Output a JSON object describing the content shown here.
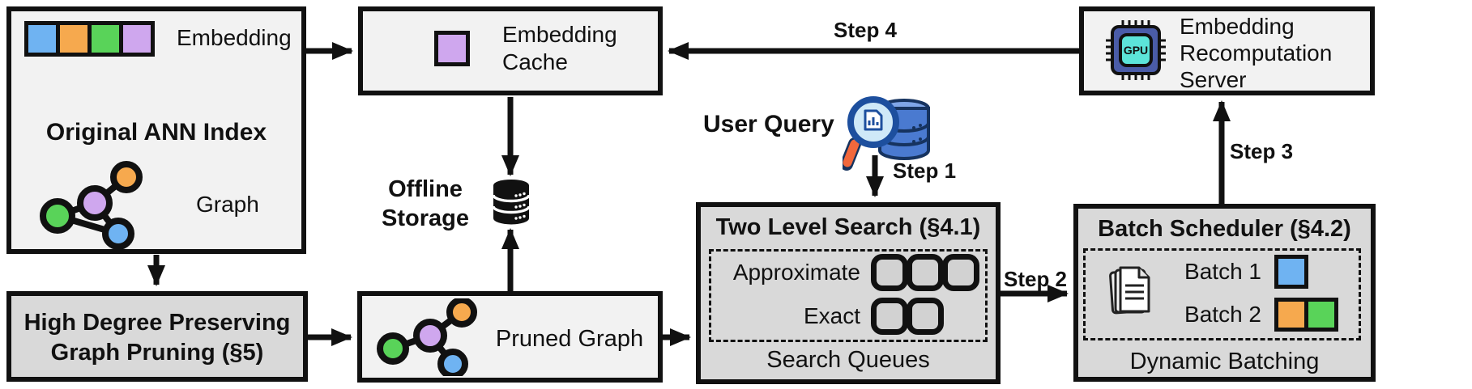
{
  "figure": {
    "original_ann_index": {
      "embedding_label": "Embedding",
      "title": "Original ANN Index",
      "graph_label": "Graph",
      "embedding_colors": [
        "#6fb3f2",
        "#f6a94e",
        "#59d359",
        "#cfa7ee"
      ]
    },
    "embedding_cache": {
      "label": "Embedding Cache",
      "icon_colors": [
        "#cfa7ee"
      ]
    },
    "offline_storage": {
      "label": "Offline Storage"
    },
    "high_degree_pruning": {
      "label": "High Degree Preserving Graph Pruning (§5)"
    },
    "pruned_graph": {
      "label": "Pruned Graph"
    },
    "user_query": {
      "label": "User Query"
    },
    "two_level_search": {
      "title": "Two Level Search (§4.1)",
      "rows": [
        {
          "label": "Approximate",
          "queues": 3
        },
        {
          "label": "Exact",
          "queues": 2
        }
      ],
      "caption": "Search Queues"
    },
    "batch_scheduler": {
      "title": "Batch Scheduler (§4.2)",
      "batches": [
        {
          "label": "Batch 1",
          "colors": [
            "#6fb3f2"
          ]
        },
        {
          "label": "Batch 2",
          "colors": [
            "#f6a94e",
            "#59d359"
          ]
        }
      ],
      "caption": "Dynamic Batching"
    },
    "recomputation_server": {
      "label": "Embedding Recomputation Server",
      "gpu_text": "GPU"
    },
    "steps": {
      "s1": "Step 1",
      "s2": "Step 2",
      "s3": "Step 3",
      "s4": "Step 4"
    },
    "node_colors": {
      "blue": "#6fb3f2",
      "orange": "#f6a94e",
      "green": "#59d359",
      "purple": "#cfa7ee"
    }
  }
}
